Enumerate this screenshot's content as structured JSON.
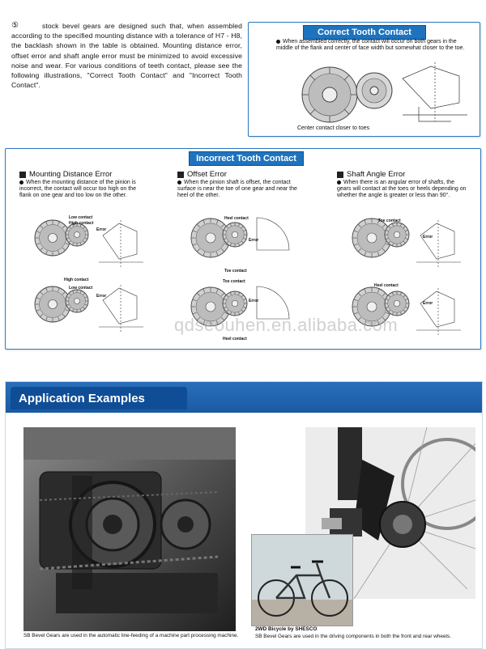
{
  "intro": {
    "number": "⑤",
    "text": "stock bevel gears are designed such that, when assembled according to the specified mounting distance with a tolerance of H7 - H8, the backlash shown in the table is obtained. Mounting distance error, offset error and shaft angle error must be minimized to avoid excessive noise and wear. For various conditions of teeth contact, please see the following illustrations, \"Correct Tooth Contact\" and \"Incorrect Tooth Contact\"."
  },
  "correct": {
    "title": "Correct Tooth Contact",
    "bullet": "When assembled correctly, the contact will occur on both gears in the middle of the flank and center of face width but somewhat closer to the toe.",
    "caption": "Center contact closer to toes"
  },
  "incorrect": {
    "title": "Incorrect Tooth Contact",
    "columns": [
      {
        "heading": "Mounting Distance Error",
        "desc": "When the mounting distance of the pinion is incorrect, the contact will occur too high on the flank on one gear and too low on the other.",
        "labels": [
          "Low contact",
          "High contact",
          "Error",
          "High contact",
          "Low contact",
          "Error"
        ]
      },
      {
        "heading": "Offset Error",
        "desc": "When the pinion shaft is offset, the contact surface is near the toe of one gear and near the heel of the other.",
        "labels": [
          "Heel contact",
          "Error",
          "Toe contact",
          "Toe contact",
          "Error",
          "Heel contact"
        ]
      },
      {
        "heading": "Shaft Angle Error",
        "desc": "When there is an angular error of shafts, the gears will contact at the toes or heels depending on whether the angle is greater or less than 90°.",
        "labels": [
          "Toe contact",
          "Error",
          "Heel contact",
          "Error"
        ]
      }
    ]
  },
  "applications": {
    "title": "Application Examples",
    "caption_left": "SB Bevel Gears are used in the automatic line-feeding of a machine part processing machine.",
    "caption_right_title": "2WD Bicycle by SHESCO",
    "caption_right": "SB Bevel Gears are used in the driving components in both the front and rear wheels."
  },
  "watermark": "qdseouhen.en.alibaba.com",
  "colors": {
    "panel_blue": "#1e73be",
    "band_blue": "#1a5aa3"
  }
}
